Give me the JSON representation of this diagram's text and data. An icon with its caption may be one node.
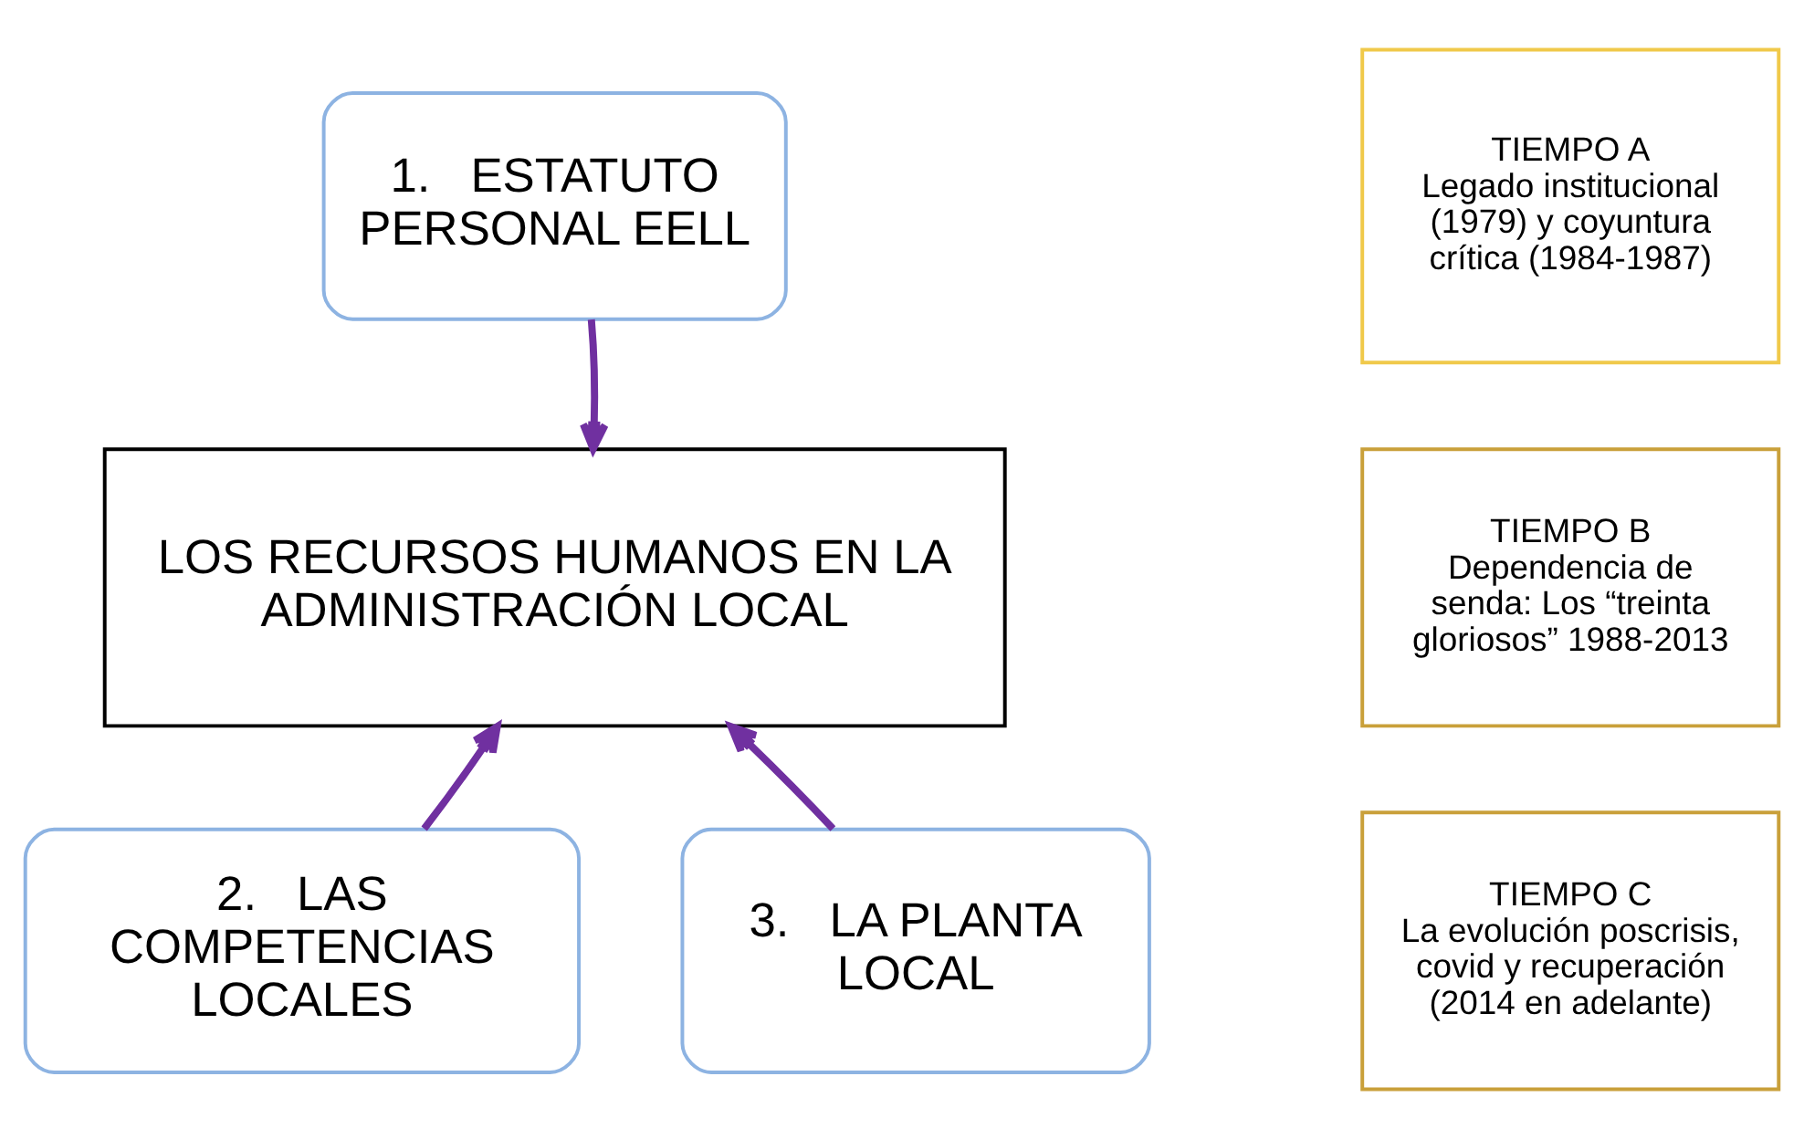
{
  "diagram": {
    "nodes": [
      {
        "text": [
          "1.   ESTATUTO PERSONAL EELL"
        ]
      },
      {
        "text": [
          "LOS RECURSOS HUMANOS EN LA ADMINISTRACIÓN LOCAL"
        ]
      },
      {
        "text": [
          "2.   LAS COMPETENCIAS LOCALES"
        ]
      },
      {
        "text": [
          "3.   LA PLANTA LOCAL"
        ]
      },
      {
        "text": [
          "TIEMPO A",
          "Legado institucional (1979) y coyuntura crítica (1984-1987)"
        ]
      },
      {
        "text": [
          "TIEMPO B",
          "Dependencia de senda: Los “treinta gloriosos” 1988-2013"
        ]
      },
      {
        "text": [
          "TIEMPO C",
          "La evolución poscrisis, covid y recuperación (2014 en adelante)"
        ]
      }
    ],
    "edges": [
      {
        "from": 0,
        "to": 1,
        "arrow": "to"
      },
      {
        "from": 2,
        "to": 1,
        "arrow": "to"
      },
      {
        "from": 3,
        "to": 1,
        "arrow": "to"
      }
    ]
  }
}
